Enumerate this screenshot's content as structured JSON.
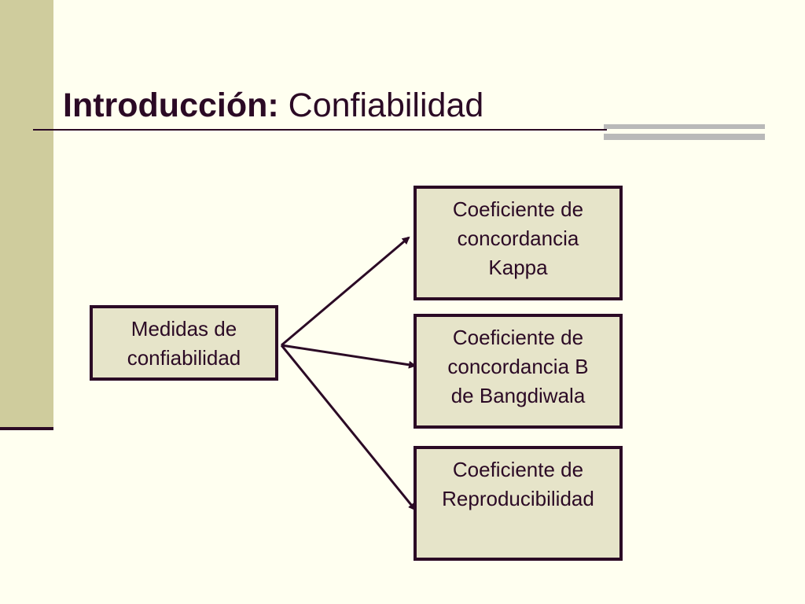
{
  "slide": {
    "title_bold": "Introducción:",
    "title_regular": "Confiabilidad"
  },
  "diagram": {
    "source": {
      "lines": [
        "Medidas de",
        "confiabilidad"
      ]
    },
    "targets": [
      {
        "lines": [
          "Coeficiente de",
          "concordancia",
          "Kappa"
        ]
      },
      {
        "lines": [
          "Coeficiente de",
          "concordancia B",
          "de Bangdiwala"
        ]
      },
      {
        "lines": [
          "Coeficiente de",
          "Reproducibilidad"
        ]
      }
    ]
  },
  "colors": {
    "background": "#FFFFF0",
    "accent_band": "#CFCC9D",
    "box_fill": "#E6E4C9",
    "ink": "#2B0A25",
    "rule_gray": "#B9B9B9"
  }
}
